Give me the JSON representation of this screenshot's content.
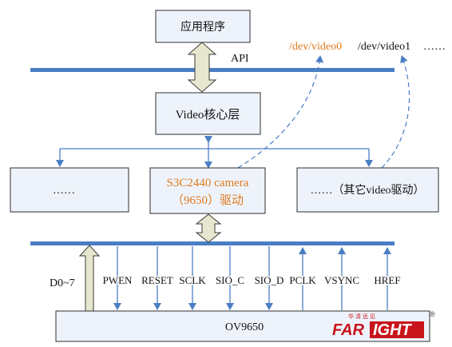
{
  "colors": {
    "bus": "#4a7ec4",
    "arrow": "#4a7ec4",
    "dashed": "#4a7ec4",
    "box_fill": "#eef3fb",
    "hollow_fill": "#e7e6cf",
    "accent_text": "#e07a1f",
    "text": "#111111",
    "logo_red": "#c8141a"
  },
  "boxes": {
    "app": "应用程序",
    "core": "Video核心层",
    "left_driver": "……",
    "camera_driver_line1": "S3C2440 camera",
    "camera_driver_line2": "（9650）驱动",
    "other_driver": "……（其它video驱动）",
    "sensor": "OV9650"
  },
  "labels": {
    "api": "API",
    "dev_video0": "/dev/video0",
    "dev_video1": "/dev/video1",
    "dev_more": "……",
    "data_bus": "D0~7"
  },
  "signals": [
    "PWEN",
    "RESET",
    "SCLK",
    "SIO_C",
    "SIO_D",
    "PCLK",
    "VSYNC",
    "HREF"
  ],
  "logo": {
    "brand_left": "FAR",
    "brand_right": "IGHT",
    "chinese": "华 清 远 见",
    "registered": "®"
  }
}
